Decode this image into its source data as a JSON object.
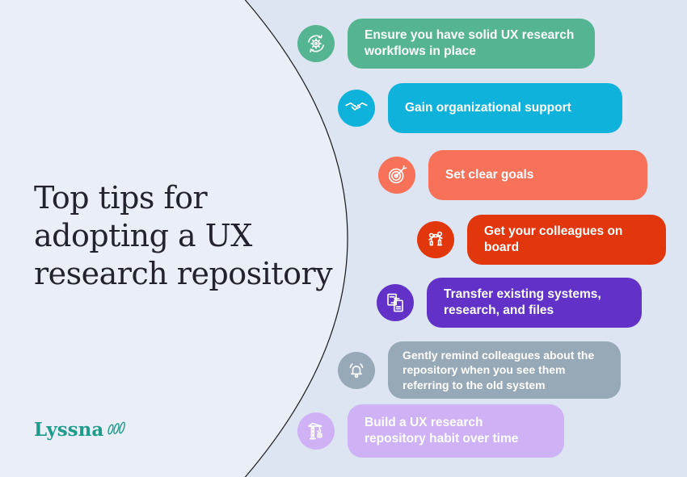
{
  "page": {
    "background_left": "#e9eef7",
    "background_right": "#dce5f1",
    "divider_color": "#1c1c1c"
  },
  "title": {
    "lines": [
      "Top tips for",
      "adopting a UX",
      "research repository"
    ],
    "color": "#23232d"
  },
  "logo": {
    "text": "Lyssna",
    "color": "#1f9b8c"
  },
  "tips": [
    {
      "label": "Ensure you have solid UX research workflows in place",
      "color": "#55b491",
      "icon": "workflow-gear-icon"
    },
    {
      "label": "Gain organizational support",
      "color": "#0fb2da",
      "icon": "handshake-icon"
    },
    {
      "label": "Set clear goals",
      "color": "#f8725a",
      "icon": "target-dart-icon"
    },
    {
      "label": "Get your colleagues on board",
      "color": "#e2360c",
      "icon": "colleagues-icon"
    },
    {
      "label": "Transfer existing systems, research, and files",
      "color": "#6232c8",
      "icon": "transfer-files-icon"
    },
    {
      "label": "Gently remind colleagues about the repository when you see them referring to the old system",
      "color": "#97a8b6",
      "icon": "bell-icon"
    },
    {
      "label": "Build a UX research repository habit over time",
      "color": "#cfb1f5",
      "icon": "crane-icon"
    }
  ]
}
